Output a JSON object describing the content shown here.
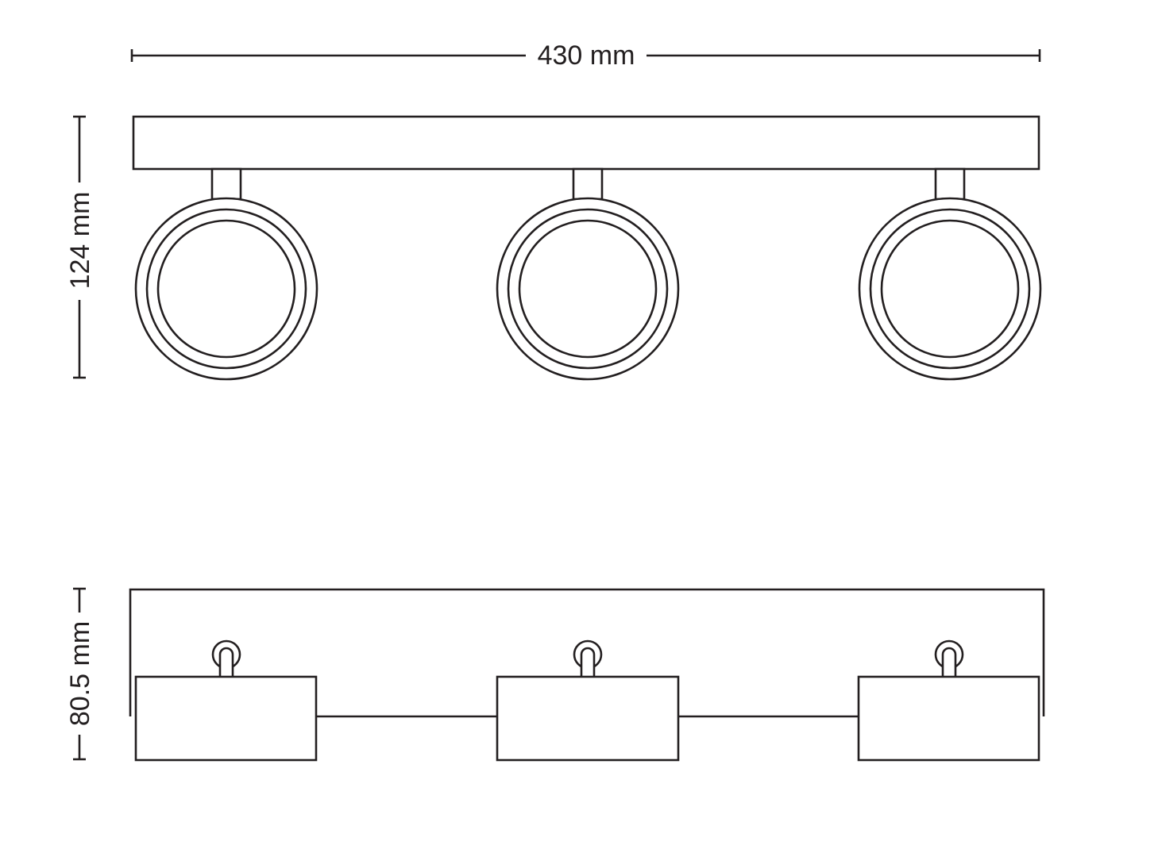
{
  "dimensions": {
    "width_label": "430 mm",
    "front_height_label": "124 mm",
    "side_height_label": "80.5 mm"
  },
  "views": {
    "front": {
      "spotlight_count": 3
    },
    "side": {
      "spotlight_count": 3
    }
  },
  "colors": {
    "line": "#231f20",
    "background": "#ffffff"
  }
}
